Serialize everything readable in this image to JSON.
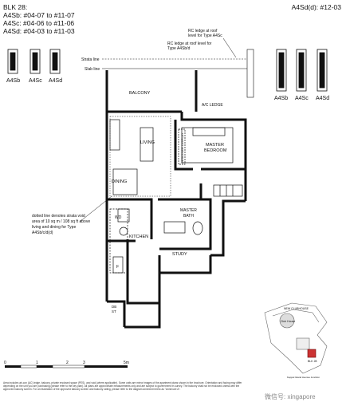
{
  "header": {
    "blk": "BLK 28:",
    "lines": [
      "A4Sb: #04-07 to #11-07",
      "A4Sc: #04-06 to #11-06",
      "A4Sd: #04-03 to #11-03"
    ],
    "unit": "A4Sd(d): #12-03"
  },
  "key_plan_left": [
    "A4Sb",
    "A4Sc",
    "A4Sd"
  ],
  "key_plan_right": [
    "A4Sb",
    "A4Sc",
    "A4Sd"
  ],
  "annotations": {
    "strata_line": "Strata line",
    "slab_line": "Slab line",
    "rc_ledge_a": "RC ledge at roof",
    "rc_ledge_a2": "level for Type A4Sc",
    "rc_ledge_b": "RC ledge at roof level for",
    "rc_ledge_b2": "Type A4Sb/d",
    "void_note": [
      "dotted line denotes strata void",
      "area of 10 sq m / 108 sq ft above",
      "living and dining for Type",
      "A4Sb/c/d(d)"
    ]
  },
  "rooms": {
    "balcony": "BALCONY",
    "ac_ledge": "A/C LEDGE",
    "living": "LIVING",
    "master_bedroom_1": "MASTER",
    "master_bedroom_2": "BEDROOM",
    "designer_display": "DESIGNER DISPLAY",
    "dining": "DINING",
    "master_bath_1": "MASTER",
    "master_bath_2": "BATH",
    "wd": "WD",
    "kitchen": "KITCHEN",
    "study": "STUDY",
    "fridge": "F",
    "db": "DB",
    "st": "ST"
  },
  "scale": {
    "labels": [
      "0",
      "1",
      "2",
      "3",
      "5m"
    ]
  },
  "disclaimer": "Area includes air-con (AC) ledge, balcony, private enclosed space (PES), and void (where applicable). Some units are mirror images of the apartment plans shown in the brochure. Orientation and facing may differ depending on the unit you are purchasing (please refer to the key plan). All plans are approximate measurements only and are subject to government re-survey. The balcony shall not be enclosed unless with the approved balcony screen. For an illustration of the approved balcony screen and balcony railing, please refer to the diagram annexed hereto as \"Annexure A\".",
  "site_plan": {
    "label_top": "NEW CLUBHOUSE",
    "label_club": "Club House",
    "label_blk": "BLK 28",
    "label_bottom": "Keppel Island Avenue Junction"
  },
  "watermark": "微信号: xingapore"
}
